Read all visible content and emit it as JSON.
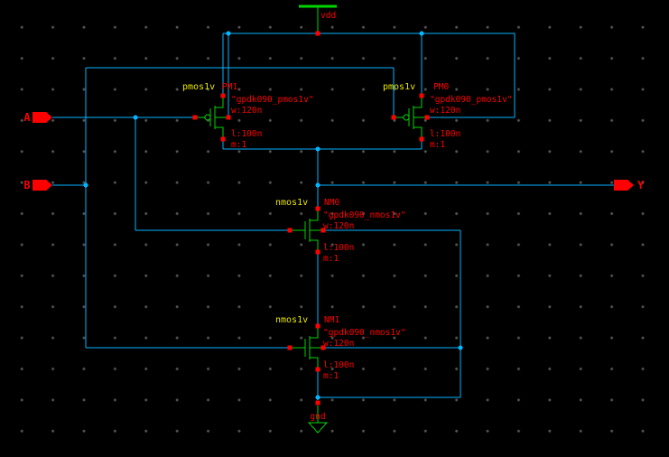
{
  "app": {
    "type": "schematic-editor-canvas",
    "background_color": "#000000",
    "grid_dot_color": "#565656",
    "wire_color": "#00b4ff",
    "symbol_color": "#00d400",
    "pin_color": "#ff0000",
    "label_color": "#ff0000",
    "device_label_color": "#e8e600"
  },
  "power": {
    "vdd_label": "vdd",
    "gnd_label": "gnd"
  },
  "ports": {
    "a": "A",
    "b": "B",
    "y": "Y"
  },
  "instances": {
    "pm1": {
      "device": "pmos1v",
      "name": "PM1",
      "model": "\"gpdk090_pmos1v\"",
      "width": "w:120n",
      "length": "l:100n",
      "multiplier": "m:1"
    },
    "pm0": {
      "device": "pmos1v",
      "name": "PM0",
      "model": "\"gpdk090_pmos1v\"",
      "width": "w:120n",
      "length": "l:100n",
      "multiplier": "m:1"
    },
    "nm0": {
      "device": "nmos1v",
      "name": "NM0",
      "model": "\"gpdk090_nmos1v\"",
      "width": "w:120n",
      "length": "l:100n",
      "multiplier": "m:1"
    },
    "nm1": {
      "device": "nmos1v",
      "name": "NM1",
      "model": "\"gpdk090_nmos1v\"",
      "width": "w:120n",
      "length": "l:100n",
      "multiplier": "m:1"
    }
  }
}
